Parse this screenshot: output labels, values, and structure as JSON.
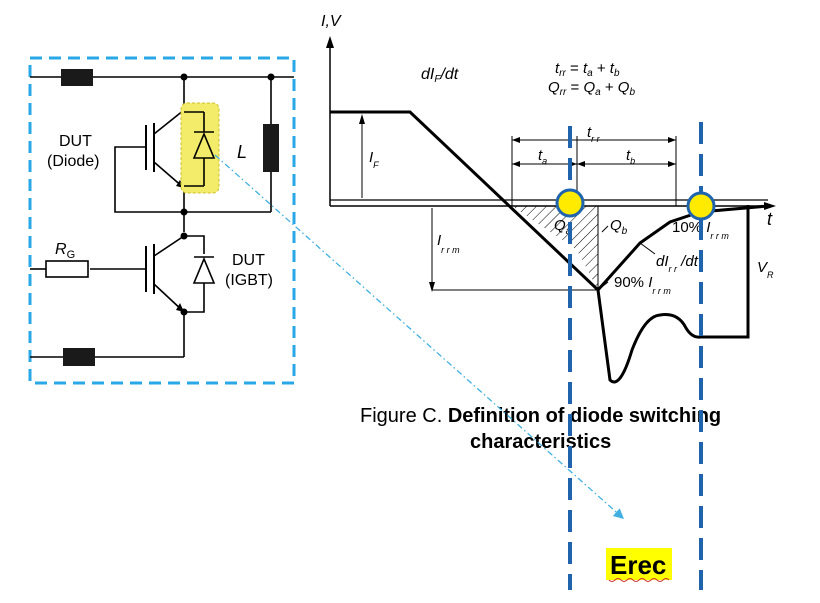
{
  "circuit": {
    "dut_diode": [
      "DUT",
      "(Diode)"
    ],
    "dut_igbt": [
      "DUT",
      "(IGBT)"
    ],
    "inductor_label": "L",
    "gate_resistor": {
      "main": "R",
      "sub": "G"
    }
  },
  "waveform": {
    "y_axis": "I,V",
    "x_axis": "t",
    "slope_label": {
      "main": "dI",
      "sub": "F",
      "tail": "/dt"
    },
    "eq1": {
      "a": "t",
      "a_sub": "rr",
      "eq": " = ",
      "b": "t",
      "b_sub": "a",
      "plus": " + ",
      "c": "t",
      "c_sub": "b"
    },
    "eq2": {
      "a": "Q",
      "a_sub": "rr",
      "eq": " = ",
      "b": "Q",
      "b_sub": "a",
      "plus": " + ",
      "c": "Q",
      "c_sub": "b"
    },
    "trr": {
      "main": "t",
      "sub": "r r"
    },
    "ta": {
      "main": "t",
      "sub": "a"
    },
    "tb": {
      "main": "t",
      "sub": "b"
    },
    "i_f": {
      "main": "I",
      "sub": "F"
    },
    "i_rrm": {
      "main": "I",
      "sub": "r r m"
    },
    "qa": {
      "main": "Q",
      "sub": "a"
    },
    "qb": {
      "main": "Q",
      "sub": "b"
    },
    "pct10": {
      "pre": "10% ",
      "main": "I",
      "sub": "r r m"
    },
    "pct90": {
      "pre": "90% ",
      "main": "I",
      "sub": "r r m"
    },
    "dirr": {
      "main": "dI",
      "sub": "r r",
      "tail": " /dt"
    },
    "vr": {
      "main": "V",
      "sub": "R"
    }
  },
  "caption": {
    "prefix": "Figure C. ",
    "line1": "Definition of diode switching",
    "line2": "characteristics"
  },
  "annotation": {
    "label": "Erec"
  },
  "colors": {
    "dash_box": "#2aa7e6",
    "marker_line": "#1f64ad",
    "marker_dot": "#ffeb00",
    "highlight": "#f2ec6a",
    "erec_bg": "#ffff00",
    "arrow": "#41b0e0"
  }
}
